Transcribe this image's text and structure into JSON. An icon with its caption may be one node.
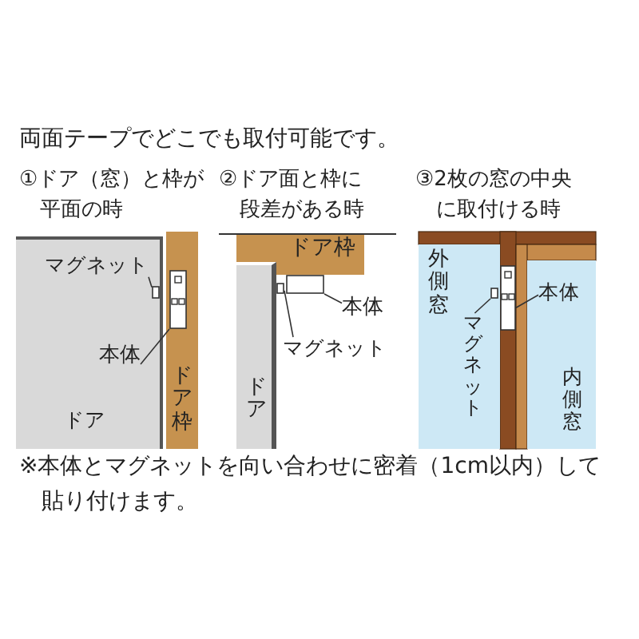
{
  "diagram": {
    "title": "両面テープでどこでも取付可能です。",
    "caption": "※本体とマグネットを向い合わせに密着（1cm以内）して貼り付けます。",
    "nodes": [
      {
        "text": [
          "ドア"
        ]
      },
      {
        "text": [
          "マグネット"
        ],
        "in": 0
      },
      {
        "text": [],
        "shape": "box",
        "in": 0
      },
      {
        "text": [
          "本体"
        ],
        "in": 0
      },
      {
        "text": [
          "ドア枠"
        ]
      },
      {
        "text": [],
        "shape": "box",
        "in": 4
      },
      {
        "text": [
          "ドア枠"
        ]
      },
      {
        "text": [
          "ドア"
        ]
      },
      {
        "text": [],
        "shape": "box"
      },
      {
        "text": [],
        "shape": "box"
      },
      {
        "text": [
          "本体"
        ]
      },
      {
        "text": [
          "マグネット"
        ]
      },
      {
        "text": [
          "外側窓"
        ]
      },
      {
        "text": [
          "マグネット"
        ],
        "in": 12
      },
      {
        "text": [],
        "shape": "box",
        "in": 12
      },
      {
        "text": [],
        "shape": "box"
      },
      {
        "text": [
          "内側窓"
        ]
      },
      {
        "text": [
          "本体"
        ],
        "in": 16
      }
    ],
    "edges": [
      {
        "from": 1,
        "to": 2,
        "arrow": "none"
      },
      {
        "from": 3,
        "to": 5,
        "arrow": "none"
      },
      {
        "from": 10,
        "to": 9,
        "arrow": "none"
      },
      {
        "from": 11,
        "to": 8,
        "arrow": "none"
      },
      {
        "from": 13,
        "to": 14,
        "arrow": "none"
      },
      {
        "from": 17,
        "to": 15,
        "arrow": "none"
      }
    ],
    "labels": [
      "①ドア（窓）と枠が平面の時",
      "②ドア面と枠に段差がある時",
      "③2枚の窓の中央に取付ける時"
    ]
  }
}
